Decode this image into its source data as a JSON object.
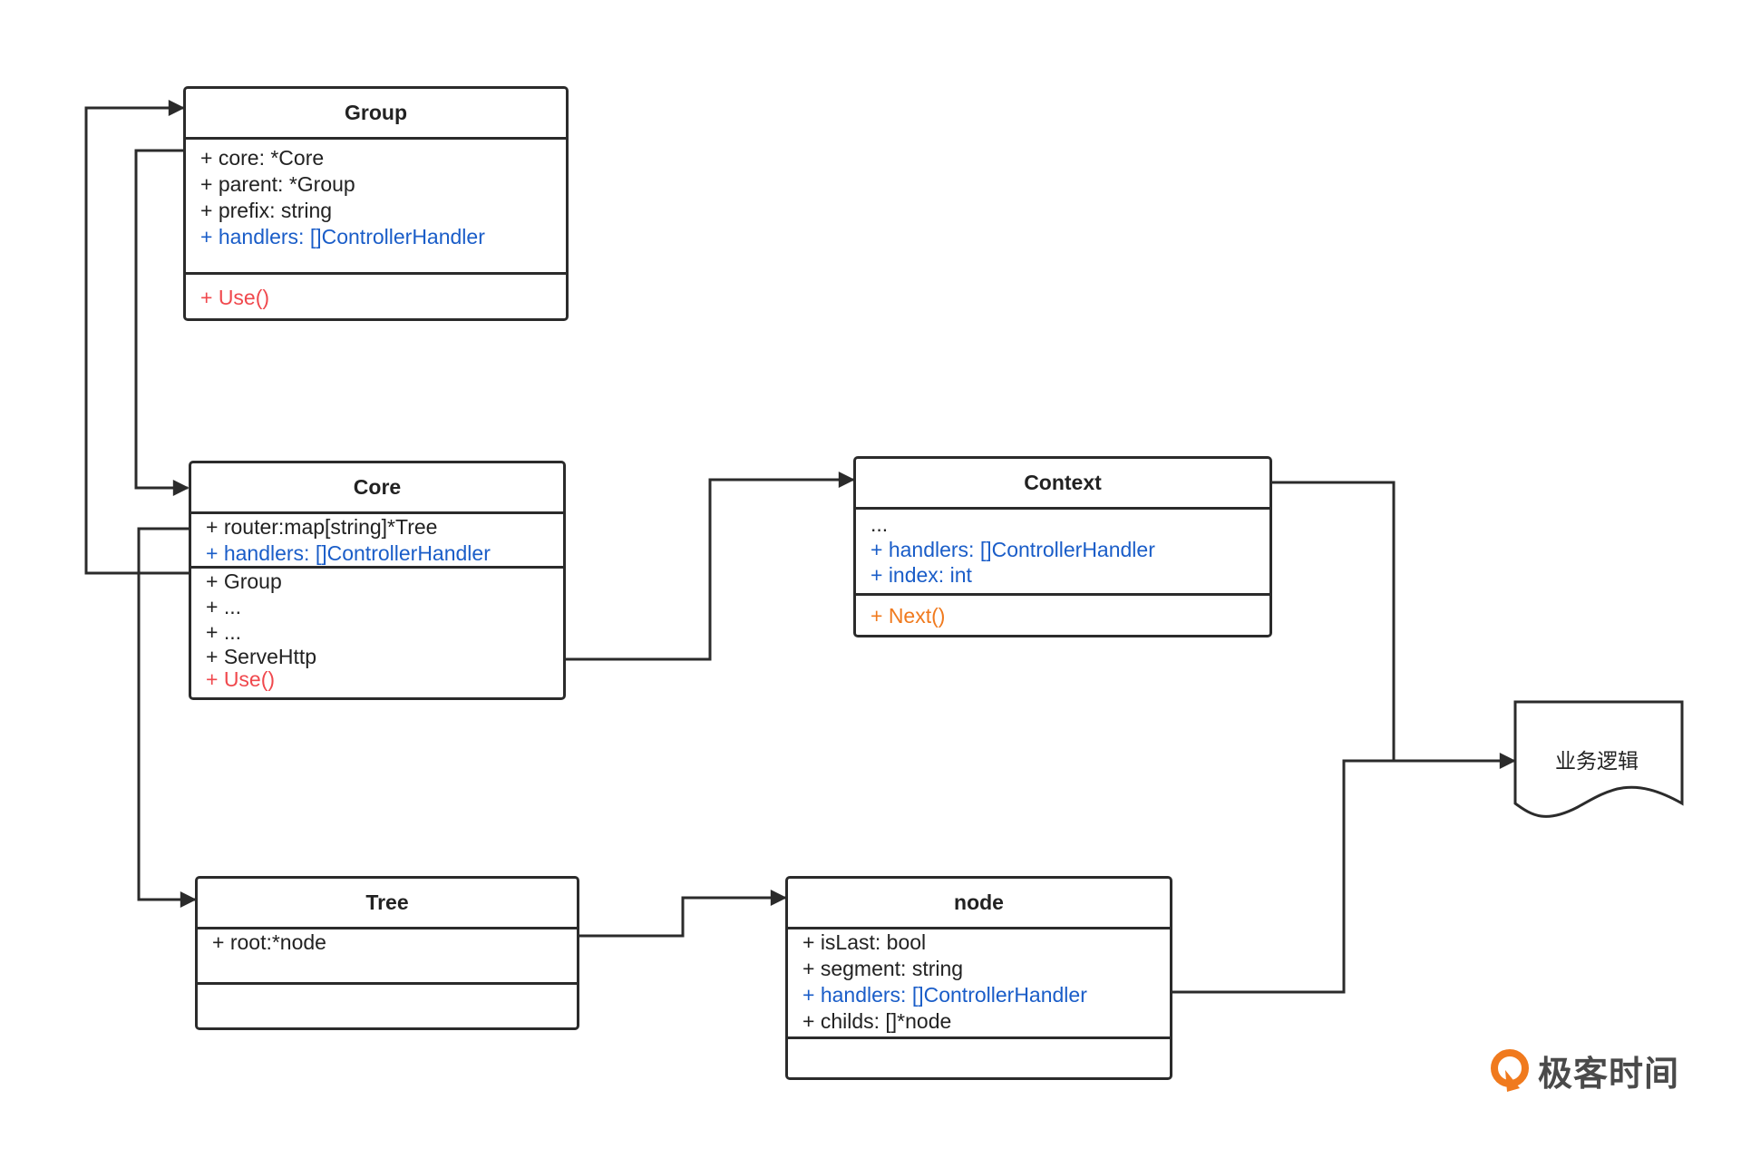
{
  "diagram": {
    "classes": {
      "group": {
        "name": "Group",
        "attributes": [
          {
            "text": "+ core: *Core",
            "color": "default"
          },
          {
            "text": "+ parent: *Group",
            "color": "default"
          },
          {
            "text": "+ prefix: string",
            "color": "default"
          },
          {
            "text": "+ handlers: []ControllerHandler",
            "color": "blue"
          }
        ],
        "methods": [
          {
            "text": "+ Use()",
            "color": "red"
          }
        ]
      },
      "core": {
        "name": "Core",
        "attributes": [
          {
            "text": "+ router:map[string]*Tree",
            "color": "default"
          },
          {
            "text": "+ handlers: []ControllerHandler",
            "color": "blue"
          }
        ],
        "methods": [
          {
            "text": "+ Group",
            "color": "default"
          },
          {
            "text": "+ ...",
            "color": "default"
          },
          {
            "text": "+ ...",
            "color": "default"
          },
          {
            "text": "+ ServeHttp",
            "color": "default"
          },
          {
            "text": "+ Use()",
            "color": "red"
          }
        ]
      },
      "context": {
        "name": "Context",
        "attributes": [
          {
            "text": "...",
            "color": "default"
          },
          {
            "text": "+ handlers: []ControllerHandler",
            "color": "blue"
          },
          {
            "text": "+ index: int",
            "color": "blue"
          }
        ],
        "methods": [
          {
            "text": "+ Next()",
            "color": "orange"
          }
        ]
      },
      "tree": {
        "name": "Tree",
        "attributes": [
          {
            "text": "+ root:*node",
            "color": "default"
          }
        ],
        "methods": []
      },
      "node": {
        "name": "node",
        "attributes": [
          {
            "text": "+ isLast: bool",
            "color": "default"
          },
          {
            "text": "+ segment: string",
            "color": "default"
          },
          {
            "text": "+ handlers: []ControllerHandler",
            "color": "blue"
          },
          {
            "text": "+ childs: []*node",
            "color": "default"
          }
        ],
        "methods": []
      }
    },
    "document": {
      "label": "业务逻辑"
    },
    "connections": [
      {
        "from": "Group",
        "to": "Core"
      },
      {
        "from": "Core",
        "to": "Group"
      },
      {
        "from": "Core",
        "to": "Tree"
      },
      {
        "from": "Core",
        "to": "Context"
      },
      {
        "from": "Tree",
        "to": "node"
      },
      {
        "from": "Context",
        "to": "业务逻辑"
      },
      {
        "from": "node",
        "to": "业务逻辑"
      }
    ],
    "colors": {
      "line": "#2b2b2b",
      "blue": "#1a5dc8",
      "red": "#f0484d",
      "orange": "#f07a1e",
      "logo_orange": "#f07a1e"
    }
  },
  "watermark": {
    "text": "极客时间",
    "icon": "geektime-logo-icon"
  }
}
